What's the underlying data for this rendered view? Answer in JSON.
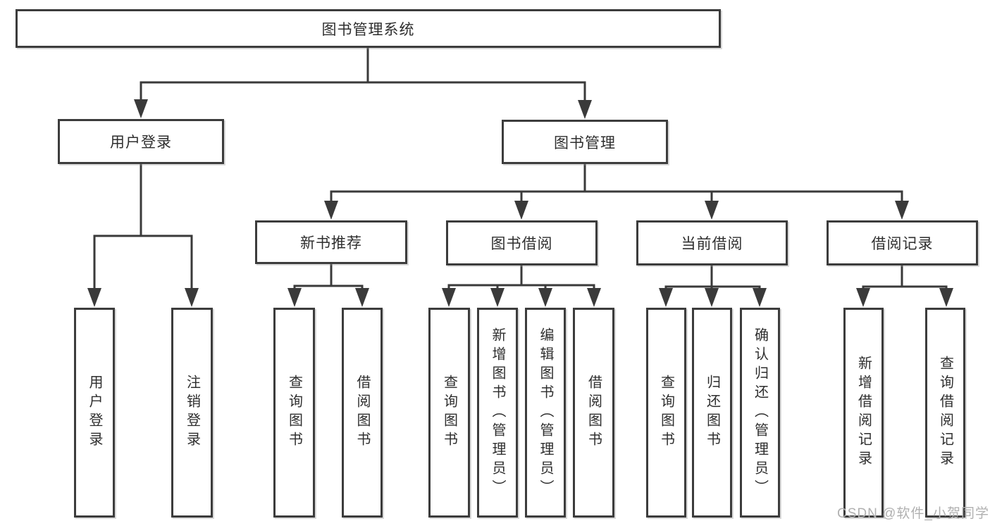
{
  "tree": {
    "root": "图书管理系统",
    "level2": [
      "用户登录",
      "图书管理"
    ],
    "level3": [
      "新书推荐",
      "图书借阅",
      "当前借阅",
      "借阅记录"
    ],
    "leaves": {
      "user_login": [
        "用户登录",
        "注销登录"
      ],
      "new_book_recommend": [
        "查询图书",
        "借阅图书"
      ],
      "book_borrow": [
        "查询图书",
        "新增图书（管理员）",
        "编辑图书（管理员）",
        "借阅图书"
      ],
      "current_borrow": [
        "查询图书",
        "归还图书",
        "确认归还（管理员）"
      ],
      "borrow_records": [
        "新增借阅记录",
        "查询借阅记录"
      ]
    }
  },
  "watermark": "CSDN @软件_小贺同学",
  "colors": {
    "line": "#3a3a3a",
    "border": "#3c3c3c",
    "text": "#2e2e2e",
    "watermark": "#b0b0b0",
    "background": "#ffffff"
  }
}
